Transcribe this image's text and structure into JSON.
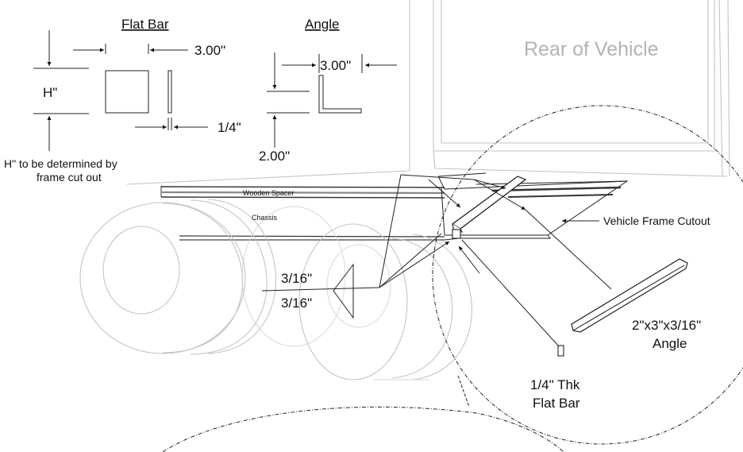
{
  "flat_bar": {
    "title": "Flat Bar",
    "height_label": "H\"",
    "width_dim": "3.00\"",
    "thickness_dim": "1/4\"",
    "note_line1": "H\" to be determined by",
    "note_line2": "frame cut out"
  },
  "angle": {
    "title": "Angle",
    "width_dim": "3.00\"",
    "height_dim": "2.00\""
  },
  "vehicle": {
    "rear_label": "Rear of Vehicle",
    "spacer_label": "Wooden Spacer",
    "chassis_label": "Chassis",
    "frame_cutout_label": "Vehicle Frame Cutout"
  },
  "weld": {
    "top": "3/16\"",
    "bottom": "3/16\""
  },
  "detail": {
    "angle_label_line1": "2\"x3\"x3/16\"",
    "angle_label_line2": "Angle",
    "flatbar_label_line1": "1/4\" Thk",
    "flatbar_label_line2": "Flat Bar"
  }
}
